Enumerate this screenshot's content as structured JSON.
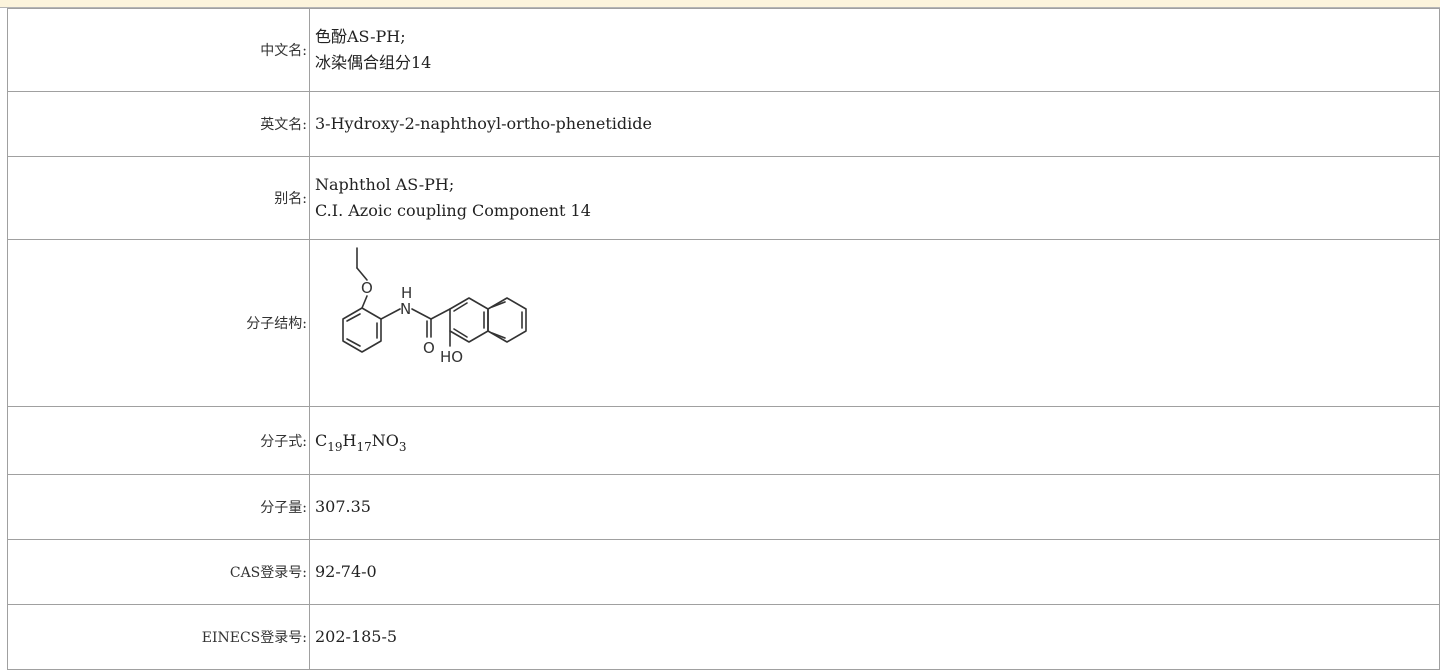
{
  "rows": {
    "chinese_name": {
      "label": "中文名:",
      "lines": [
        "色酚AS-PH;",
        "冰染偶合组分14"
      ]
    },
    "english_name": {
      "label": "英文名:",
      "value": "3-Hydroxy-2-naphthoyl-ortho-phenetidide"
    },
    "alias": {
      "label": "别名:",
      "lines": [
        "Naphthol AS-PH;",
        "C.I. Azoic coupling Component 14"
      ]
    },
    "structure": {
      "label": "分子结构:",
      "atoms": {
        "oxygen_ether": "O",
        "nh_h": "H",
        "nh_n": "N",
        "carbonyl_o": "O",
        "hydroxyl": "HO"
      }
    },
    "formula": {
      "label": "分子式:",
      "c": "C",
      "c_n": "19",
      "h": "H",
      "h_n": "17",
      "rest": "NO",
      "o_n": "3"
    },
    "mol_weight": {
      "label": "分子量:",
      "value": "307.35"
    },
    "cas": {
      "label": "CAS登录号:",
      "value": "92-74-0"
    },
    "einecs": {
      "label": "EINECS登录号:",
      "value": "202-185-5"
    }
  }
}
